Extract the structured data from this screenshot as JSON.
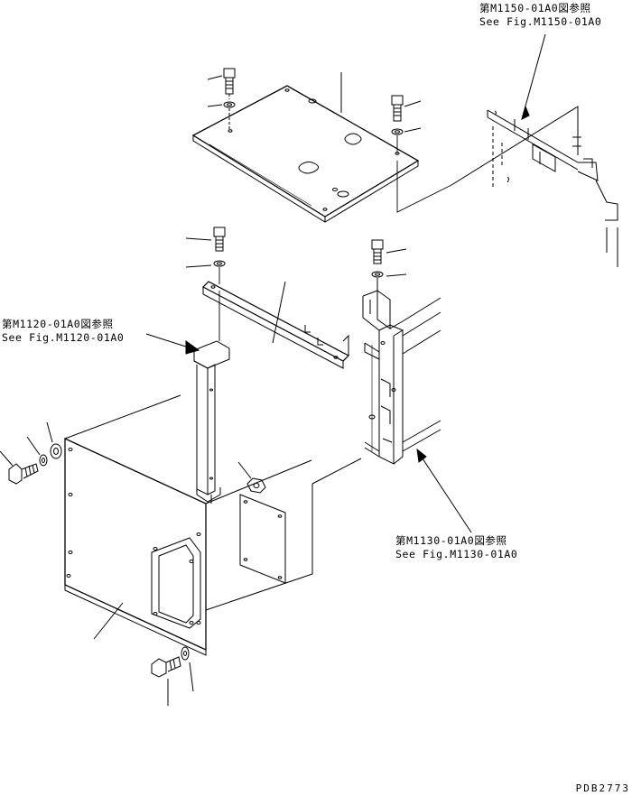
{
  "references": {
    "m1150": {
      "jp": "第M1150-01A0図参照",
      "en": "See Fig.M1150-01A0"
    },
    "m1120": {
      "jp": "第M1120-01A0図参照",
      "en": "See Fig.M1120-01A0"
    },
    "m1130": {
      "jp": "第M1130-01A0図参照",
      "en": "See Fig.M1130-01A0"
    }
  },
  "drawing_number": "PDB2773",
  "colors": {
    "ink": "#000000",
    "paper": "#ffffff"
  }
}
